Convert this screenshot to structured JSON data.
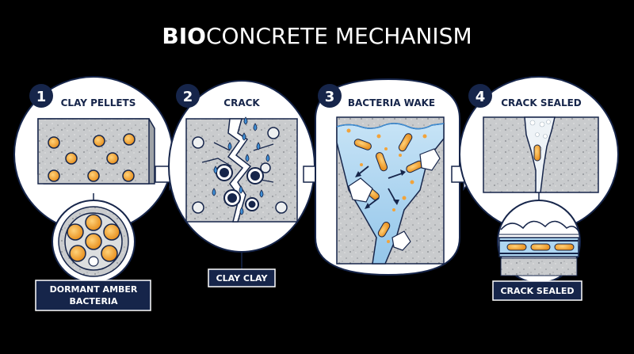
{
  "title": {
    "bold": "BIO",
    "rest": "CONCRETE MECHANISM"
  },
  "steps": [
    {
      "number": "1",
      "label": "CLAY PELLETS",
      "callout": [
        "DORMANT AMBER",
        "BACTERIA"
      ]
    },
    {
      "number": "2",
      "label": "CRACK",
      "callout": [
        "CLAY CLAY"
      ]
    },
    {
      "number": "3",
      "label": "BACTERIA WAKE"
    },
    {
      "number": "4",
      "label": "CRACK SEALED",
      "callout": [
        "CRACK SEALED"
      ]
    }
  ],
  "colors": {
    "background": "#000000",
    "panel": "#ffffff",
    "navy": "#16254a",
    "concrete": "#c9cbcd",
    "amber": "#f2a33a",
    "water": "#aed6f1",
    "droplet": "#3f8fd6"
  }
}
